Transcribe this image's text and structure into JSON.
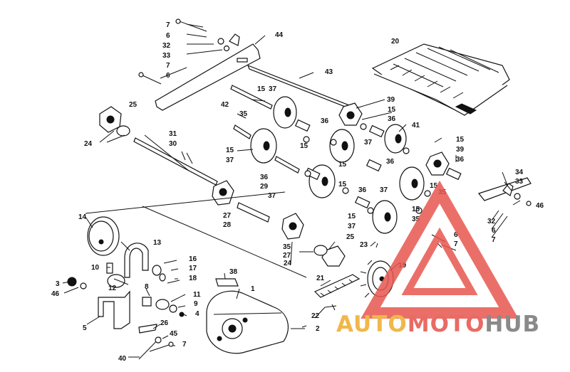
{
  "diagram": {
    "callouts": [
      "1",
      "2",
      "3",
      "4",
      "5",
      "6",
      "7",
      "8",
      "9",
      "10",
      "11",
      "12",
      "13",
      "14",
      "15",
      "16",
      "17",
      "18",
      "19",
      "20",
      "21",
      "22",
      "23",
      "24",
      "25",
      "26",
      "27",
      "28",
      "29",
      "30",
      "31",
      "32",
      "33",
      "34",
      "35",
      "36",
      "37",
      "38",
      "39",
      "40",
      "41",
      "42",
      "43",
      "44",
      "45",
      "46"
    ]
  },
  "watermark": {
    "part1": "AUTO",
    "part2": "MOTO",
    "part3": "HUB",
    "colors": {
      "auto": "#f0b84a",
      "moto": "#e96b63",
      "hub": "#8a8a8a",
      "triangle": "#e8574f"
    }
  }
}
